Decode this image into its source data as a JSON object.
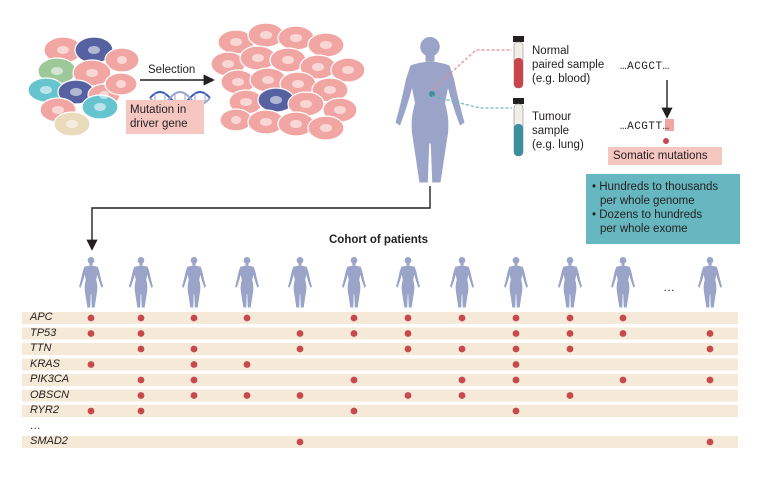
{
  "colors": {
    "cell_pink": "#f2a6a3",
    "cell_blue": "#5561a0",
    "cell_teal": "#66c4cf",
    "cell_green": "#9cc89a",
    "cell_beige": "#e9dbbb",
    "body_silhouette": "#9aa3c8",
    "row_band": "#f5e9d8",
    "dot": "#c8484f",
    "blood_tube": "#c9454c",
    "tumour_tube": "#3b8f9f",
    "pink_label": "#f6c6c1",
    "teal_box": "#67b7c0"
  },
  "left_panel": {
    "selection_label": "Selection",
    "mutation_label_line1": "Mutation in",
    "mutation_label_line2": "driver gene"
  },
  "right_panel": {
    "normal_label_l1": "Normal",
    "normal_label_l2": "paired sample",
    "normal_label_l3": "(e.g. blood)",
    "tumour_label_l1": "Tumour",
    "tumour_label_l2": "sample",
    "tumour_label_l3": "(e.g. lung)",
    "seq_top": "…ACGCT…",
    "seq_bottom_prefix": "…ACG",
    "seq_bottom_mut": "T",
    "seq_bottom_highlight": "T",
    "seq_bottom_suffix": "…",
    "somatic_label": "Somatic mutations",
    "bullet1_l1": "Hundreds to thousands",
    "bullet1_l2": "per whole genome",
    "bullet2_l1": "Dozens to hundreds",
    "bullet2_l2": "per whole exome"
  },
  "cohort": {
    "title": "Cohort of patients",
    "ellipsis": "…",
    "genes": [
      "APC",
      "TP53",
      "TTN",
      "KRAS",
      "PIK3CA",
      "OBSCN",
      "RYR2",
      "…",
      "SMAD2"
    ],
    "matrix": [
      [
        1,
        1,
        1,
        1,
        0,
        1,
        1,
        1,
        1,
        1,
        1,
        0
      ],
      [
        1,
        1,
        0,
        0,
        1,
        1,
        1,
        0,
        1,
        1,
        1,
        1
      ],
      [
        0,
        1,
        1,
        0,
        1,
        0,
        1,
        1,
        1,
        1,
        0,
        1
      ],
      [
        1,
        0,
        1,
        1,
        0,
        0,
        0,
        0,
        1,
        0,
        0,
        0
      ],
      [
        0,
        1,
        1,
        0,
        0,
        1,
        0,
        1,
        1,
        0,
        1,
        1
      ],
      [
        0,
        1,
        1,
        1,
        1,
        0,
        1,
        1,
        0,
        1,
        0,
        0
      ],
      [
        1,
        1,
        0,
        0,
        0,
        1,
        0,
        0,
        1,
        0,
        0,
        0
      ],
      [
        0,
        0,
        0,
        0,
        0,
        0,
        0,
        0,
        0,
        0,
        0,
        0
      ],
      [
        0,
        0,
        0,
        0,
        1,
        0,
        0,
        0,
        0,
        0,
        0,
        1
      ]
    ]
  }
}
